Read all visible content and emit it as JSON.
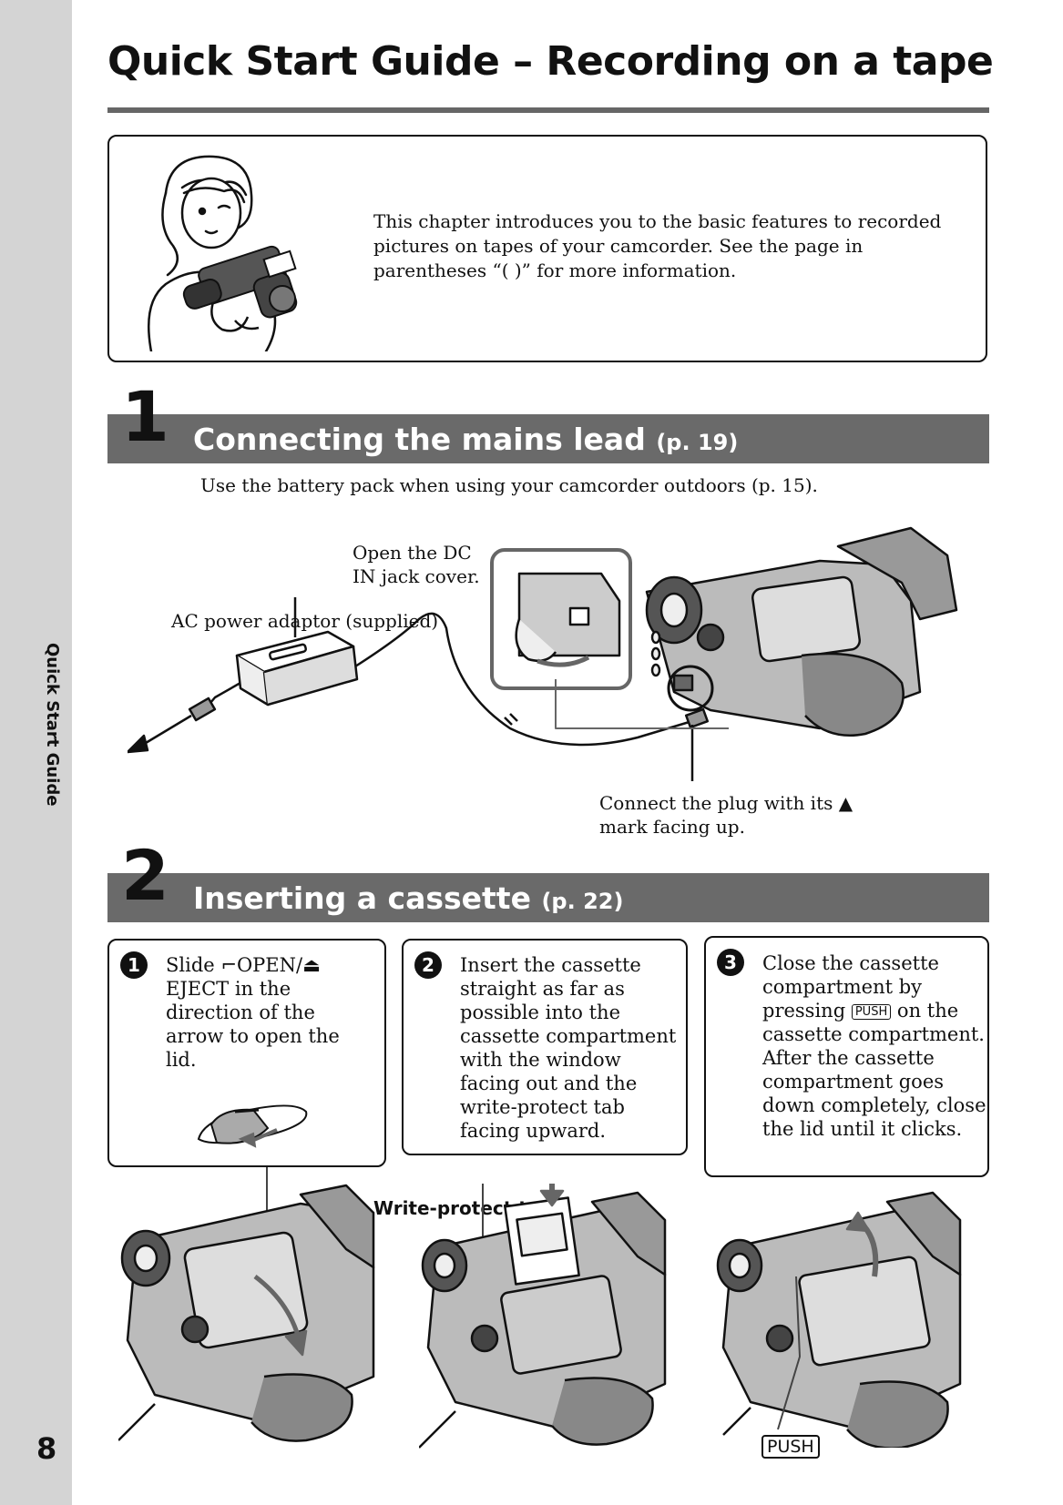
{
  "page": {
    "title": "Quick Start Guide – Recording on a tape",
    "side_label": "Quick Start Guide",
    "page_number": "8"
  },
  "intro": {
    "text": "This chapter introduces you to the basic features to recorded pictures on tapes of your camcorder. See the page in parentheses “(    )” for more information."
  },
  "step1": {
    "number": "1",
    "title": "Connecting the mains lead",
    "ref": "(p. 19)",
    "note": "Use the battery pack when using your camcorder outdoors (p. 15).",
    "label_dc_in": "Open the DC IN jack cover.",
    "label_adaptor": "AC power adaptor (supplied)",
    "label_plug": "Connect the plug with its ▲ mark facing up."
  },
  "step2": {
    "number": "2",
    "title": "Inserting a cassette",
    "ref": "(p. 22)",
    "sub": [
      {
        "num": "1",
        "text": "Slide ⌐OPEN/⏏ EJECT in the direction of the arrow to open the lid."
      },
      {
        "num": "2",
        "text": "Insert the cassette straight as far as possible into the cassette compartment with the window facing out and the write-protect tab facing upward."
      },
      {
        "num": "3",
        "text_before": "Close the cassette compartment by pressing",
        "push": "PUSH",
        "text_after": "on the cassette compartment. After the cassette compartment goes down completely, close the lid until it clicks."
      }
    ],
    "label_write_protect": "Write-protect tab",
    "label_push": "PUSH"
  }
}
